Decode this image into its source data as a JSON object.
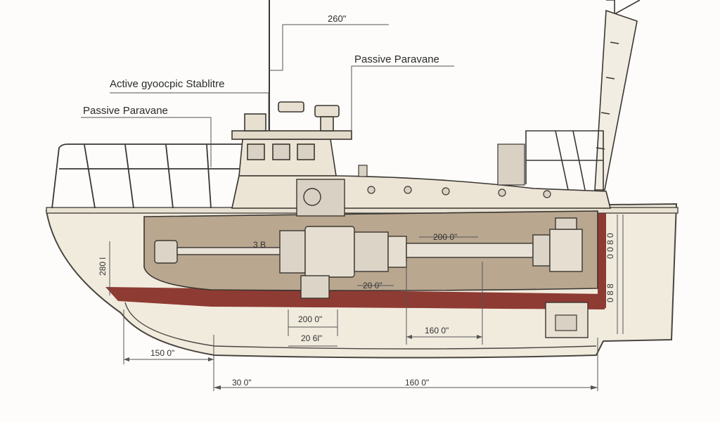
{
  "diagram": {
    "callouts": {
      "top_dimension": "260\"",
      "passive_paravane_right": "Passive Paravane",
      "active_gyroscopic_stabilizer": "Active gyoocpic Stablitre",
      "passive_paravane_left": "Passive Paravane"
    },
    "dimensions": {
      "shaft_center": "200 0\"",
      "left_vertical": "280 l",
      "left_small": "3 B",
      "mid_lower": "20 0\"",
      "keel_upper": "200 0\"",
      "keel_lower": "20 6l\"",
      "mid_right": "160 0\"",
      "bottom_left": "150 0\"",
      "bottom_start": "30 0\"",
      "bottom_overall": "160 0\"",
      "right_upper": "0 0 8 0",
      "right_lower": "0 8 8"
    },
    "colors": {
      "hull": "#f1ebde",
      "hull_outline": "#4a4540",
      "engine_room": "#b9a790",
      "waterline": "#8e3b33",
      "machinery": "#dcd5c7",
      "line": "#3a3631"
    }
  }
}
